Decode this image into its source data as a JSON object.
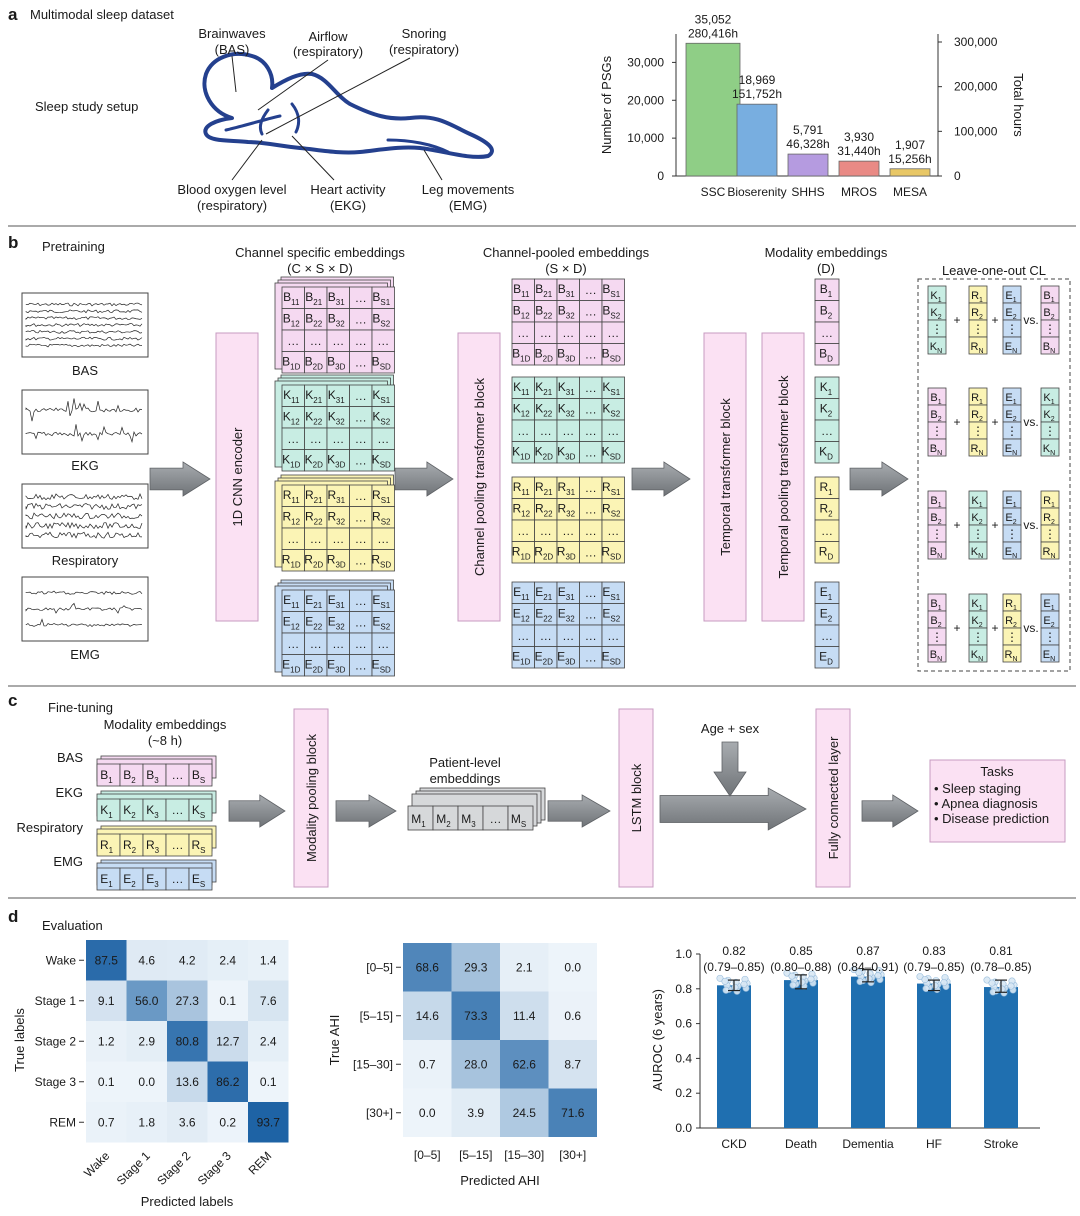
{
  "panel_a": {
    "letter": "a",
    "title": "Multimodal sleep dataset",
    "setup_label": "Sleep study setup",
    "sensors": {
      "brainwaves": [
        "Brainwaves",
        "(BAS)"
      ],
      "airflow": [
        "Airflow",
        "(respiratory)"
      ],
      "snoring": [
        "Snoring",
        "(respiratory)"
      ],
      "blood_oxygen": [
        "Blood oxygen level",
        "(respiratory)"
      ],
      "heart": [
        "Heart activity",
        "(EKG)"
      ],
      "leg": [
        "Leg movements",
        "(EMG)"
      ]
    },
    "chart": {
      "type": "bar",
      "ylabel": "Number of PSGs",
      "y2label": "Total hours",
      "ylim": [
        0,
        37500
      ],
      "y2lim": [
        0,
        300000
      ],
      "yticks": [
        "0",
        "10,000",
        "20,000",
        "30,000"
      ],
      "y2ticks": [
        "0",
        "100,000",
        "200,000",
        "300,000"
      ],
      "bars": [
        {
          "name": "SSC",
          "psgs": 35052,
          "psg_label": "35,052",
          "hours_label": "280,416h",
          "color": "#8fce86"
        },
        {
          "name": "Bioserenity",
          "psgs": 18969,
          "psg_label": "18,969",
          "hours_label": "151,752h",
          "color": "#78aee0"
        },
        {
          "name": "SHHS",
          "psgs": 5791,
          "psg_label": "5,791",
          "hours_label": "46,328h",
          "color": "#b59be0"
        },
        {
          "name": "MROS",
          "psgs": 3930,
          "psg_label": "3,930",
          "hours_label": "31,440h",
          "color": "#e98a85"
        },
        {
          "name": "MESA",
          "psgs": 1907,
          "psg_label": "1,907",
          "hours_label": "15,256h",
          "color": "#e8c766"
        }
      ]
    }
  },
  "panel_b": {
    "letter": "b",
    "title": "Pretraining",
    "signals": [
      "BAS",
      "EKG",
      "Respiratory",
      "EMG"
    ],
    "cnn_block": "1D CNN encoder",
    "channel_block": "Channel pooling transformer block",
    "temporal_block": "Temporal transformer block",
    "temporal_pool_block": "Temporal pooling transformer block",
    "csd_title": [
      "Channel specific embeddings",
      "(C × S × D)"
    ],
    "pooled_title": [
      "Channel-pooled embeddings",
      "(S × D)"
    ],
    "modality_title": [
      "Modality embeddings",
      "(D)"
    ],
    "cl_title": "Leave-one-out CL",
    "letters": [
      "B",
      "K",
      "R",
      "E"
    ],
    "colors": {
      "B": "#f5d9f1",
      "K": "#c8ede3",
      "R": "#fbf4b5",
      "E": "#c6dcf4",
      "block": "#fbe1f3"
    },
    "grid_rows": [
      [
        "11",
        "21",
        "31",
        "…",
        "S1"
      ],
      [
        "12",
        "22",
        "32",
        "…",
        "S2"
      ],
      [
        "…",
        "…",
        "…",
        "…",
        "…"
      ],
      [
        "1D",
        "2D",
        "3D",
        "…",
        "SD"
      ]
    ],
    "column_subs": [
      "1",
      "2",
      "…",
      "D"
    ],
    "cl_subs": [
      "1",
      "2",
      "⋮",
      "N"
    ],
    "plus": "+",
    "vs": "vs."
  },
  "panel_c": {
    "letter": "c",
    "title": "Fine-tuning",
    "modality_title": [
      "Modality embeddings",
      "(~8 h)"
    ],
    "rows": [
      {
        "label": "BAS",
        "letter": "B"
      },
      {
        "label": "EKG",
        "letter": "K"
      },
      {
        "label": "Respiratory",
        "letter": "R"
      },
      {
        "label": "EMG",
        "letter": "E"
      }
    ],
    "seq_subs": [
      "1",
      "2",
      "3",
      "…",
      "S"
    ],
    "modality_pool_block": "Modality pooling block",
    "patient_title": [
      "Patient-level",
      "embeddings"
    ],
    "patient_letter": "M",
    "lstm_block": "LSTM block",
    "age_sex": "Age + sex",
    "fc_block": "Fully connected layer",
    "tasks_title": "Tasks",
    "tasks": [
      "• Sleep staging",
      "• Apnea diagnosis",
      "• Disease prediction"
    ]
  },
  "panel_d": {
    "letter": "d",
    "title": "Evaluation",
    "staging": {
      "type": "heatmap",
      "ylabel": "True labels",
      "xlabel": "Predicted labels",
      "labels": [
        "Wake",
        "Stage 1",
        "Stage 2",
        "Stage 3",
        "REM"
      ],
      "values": [
        [
          87.5,
          4.6,
          4.2,
          2.4,
          1.4
        ],
        [
          9.1,
          56.0,
          27.3,
          0.1,
          7.6
        ],
        [
          1.2,
          2.9,
          80.8,
          12.7,
          2.4
        ],
        [
          0.1,
          0.0,
          13.6,
          86.2,
          0.1
        ],
        [
          0.7,
          1.8,
          3.6,
          0.2,
          93.7
        ]
      ]
    },
    "ahi": {
      "type": "heatmap",
      "ylabel": "True AHI",
      "xlabel": "Predicted AHI",
      "labels": [
        "[0–5]",
        "[5–15]",
        "[15–30]",
        "[30+]"
      ],
      "values": [
        [
          68.6,
          29.3,
          2.1,
          0.0
        ],
        [
          14.6,
          73.3,
          11.4,
          0.6
        ],
        [
          0.7,
          28.0,
          62.6,
          8.7
        ],
        [
          0.0,
          3.9,
          24.5,
          71.6
        ]
      ]
    },
    "auroc": {
      "type": "bar",
      "ylabel": "AUROC (6 years)",
      "ylim": [
        0,
        1.0
      ],
      "yticks": [
        "0.0",
        "0.2",
        "0.4",
        "0.6",
        "0.8",
        "1.0"
      ],
      "bars": [
        {
          "name": "CKD",
          "value": 0.82,
          "label": "0.82",
          "ci": "(0.79–0.85)",
          "lo": 0.79,
          "hi": 0.85
        },
        {
          "name": "Death",
          "value": 0.85,
          "label": "0.85",
          "ci": "(0.80–0.88)",
          "lo": 0.8,
          "hi": 0.88
        },
        {
          "name": "Dementia",
          "value": 0.87,
          "label": "0.87",
          "ci": "(0.84–0.91)",
          "lo": 0.84,
          "hi": 0.91
        },
        {
          "name": "HF",
          "value": 0.83,
          "label": "0.83",
          "ci": "(0.79–0.85)",
          "lo": 0.79,
          "hi": 0.85
        },
        {
          "name": "Stroke",
          "value": 0.81,
          "label": "0.81",
          "ci": "(0.78–0.85)",
          "lo": 0.78,
          "hi": 0.85
        }
      ],
      "bar_color": "#1f6fb0"
    }
  }
}
